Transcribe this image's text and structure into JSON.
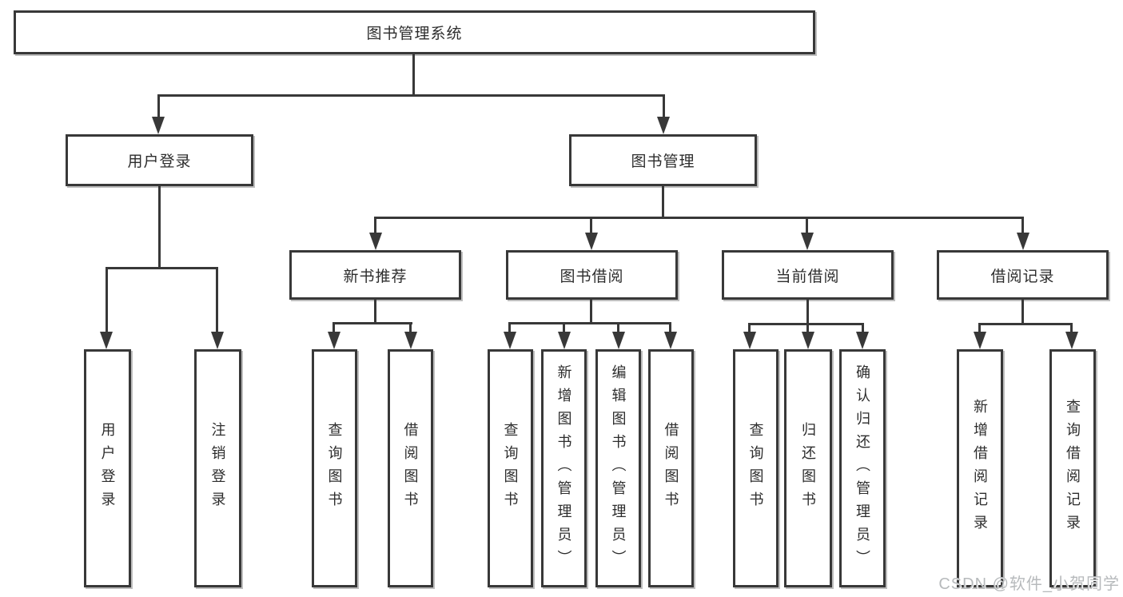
{
  "diagram": {
    "title": "图书管理系统",
    "branches": [
      {
        "label": "用户登录",
        "children": [
          {
            "label": "用户登录"
          },
          {
            "label": "注销登录"
          }
        ]
      },
      {
        "label": "图书管理",
        "children": [
          {
            "label": "新书推荐",
            "children": [
              {
                "label": "查询图书"
              },
              {
                "label": "借阅图书"
              }
            ]
          },
          {
            "label": "图书借阅",
            "children": [
              {
                "label": "查询图书"
              },
              {
                "label": "新增图书（管理员）"
              },
              {
                "label": "编辑图书（管理员）"
              },
              {
                "label": "借阅图书"
              }
            ]
          },
          {
            "label": "当前借阅",
            "children": [
              {
                "label": "查询图书"
              },
              {
                "label": "归还图书"
              },
              {
                "label": "确认归还（管理员）"
              }
            ]
          },
          {
            "label": "借阅记录",
            "children": [
              {
                "label": "新增借阅记录"
              },
              {
                "label": "查询借阅记录"
              }
            ]
          }
        ]
      }
    ]
  },
  "watermark": "CSDN @软件_小贺同学",
  "colors": {
    "line": "#383838",
    "box_border": "#383838",
    "box_fill": "#ffffff",
    "text": "#2d2d2d",
    "watermark": "#b7babc",
    "background": "#ffffff"
  }
}
